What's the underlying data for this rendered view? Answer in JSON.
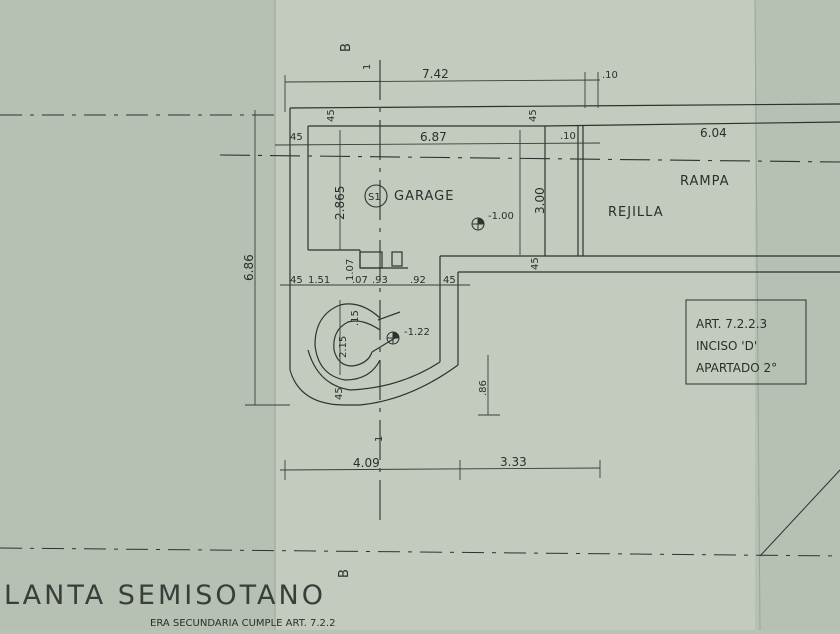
{
  "plan": {
    "title": "LANTA SEMISOTANO",
    "subtitle_partial": "ERA SECUNDARIA CUMPLE ART. 7.2.2",
    "section_mark_top": "B",
    "section_mark_bottom": "B",
    "section_marker_1_top": "1",
    "section_marker_1_mid": "1",
    "room_number": "S1",
    "room_name": "GARAGE",
    "ramp_label": "RAMPA",
    "grate_label": "REJILLA",
    "level_garage": "-1.00",
    "level_stair": "-1.22",
    "note_line1": "ART. 7.2.2.3",
    "note_line2": "INCISO 'D'",
    "note_line3": "APARTADO 2°",
    "dims": {
      "top_total": "7.42",
      "top_gap": ".10",
      "inner_width": "6.87",
      "ramp_width": "6.04",
      "ramp_gap": ".10",
      "wall_left": "45",
      "wall_top": "45",
      "wall_top2": "45",
      "wall_mid": "45",
      "wall_mid2": "45",
      "wall_mid3": "45",
      "wall_curve": "45",
      "height_total": "6.86",
      "height_garage": "2.865",
      "height_garage_right": "3.00",
      "seg_151": "1.51",
      "seg_107": "1.07",
      "seg_07": ".07",
      "seg_93": ".93",
      "seg_92": ".92",
      "seg_15": ".15",
      "radius": "2.15",
      "seg_86": ".86",
      "bottom_left": "4.09",
      "bottom_right": "3.33"
    }
  },
  "colors": {
    "paper": "#b8c2b5",
    "paper_light": "#c3ccbf",
    "ink": "#2b2f2c"
  }
}
